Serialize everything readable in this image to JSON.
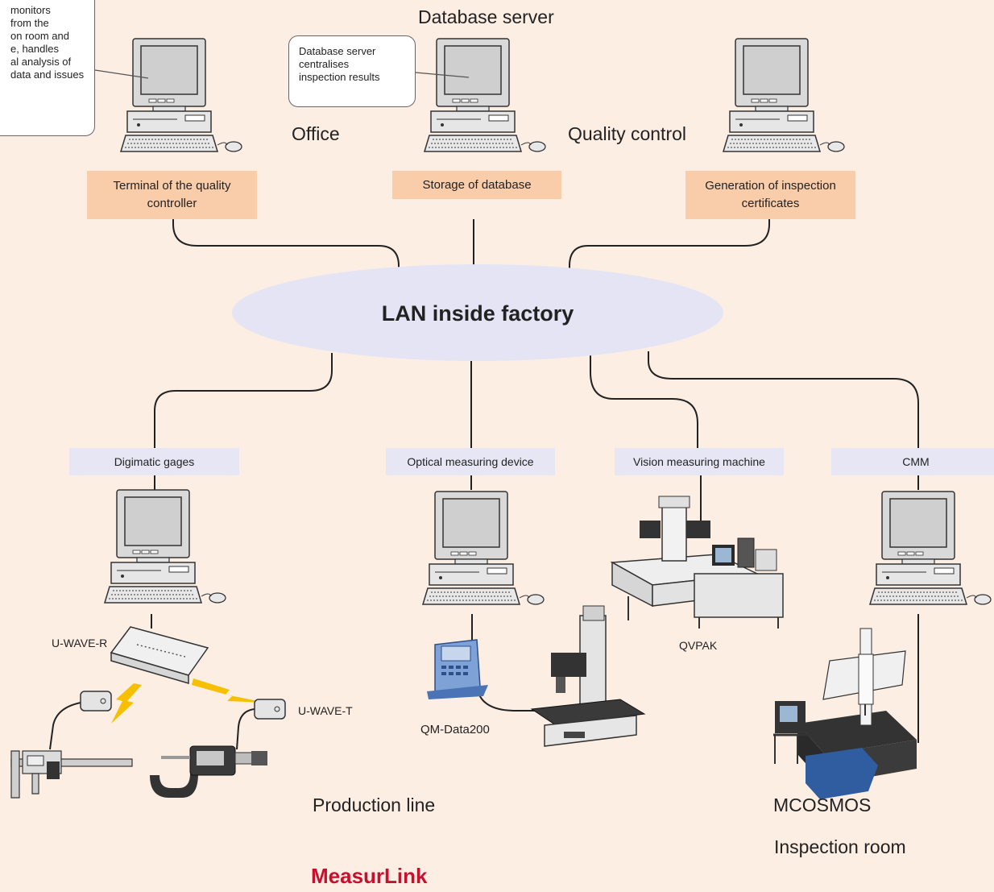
{
  "callouts": {
    "left": "… monitors data from the inspection room and the line, handles statistical analysis of inspection data and issues reports",
    "left_visible": "monitors\nfrom the\non room and\ne, handles\nal analysis of\ndata and issues",
    "db": "Database server\ncentralises\ninspection results"
  },
  "labels": {
    "database_server": "Database server",
    "office": "Office",
    "quality_control": "Quality control",
    "production_line": "Production line",
    "inspection_room": "Inspection room",
    "qvpak": "QVPAK",
    "mcosmos": "MCOSMOS",
    "qm_data": "QM-Data200",
    "u_wave_r": "U-WAVE-R",
    "u_wave_t": "U-WAVE-T",
    "brand": "MeasurLink"
  },
  "top_boxes": [
    {
      "text": "Terminal of the quality controller"
    },
    {
      "text": "Storage of database"
    },
    {
      "text": "Generation of inspection certificates"
    }
  ],
  "bottom_boxes": [
    {
      "text": "Digimatic gages"
    },
    {
      "text": "Optical measuring device"
    },
    {
      "text": "Vision measuring machine"
    },
    {
      "text": "CMM"
    }
  ],
  "lan": {
    "label": "LAN inside factory"
  },
  "colors": {
    "background": "#fdeee4",
    "orange_box": "#f9ccaa",
    "blue_box": "#e6e6f5",
    "lan_ellipse": "#e4e4f4",
    "brand_red": "#c8102e",
    "wireless_yellow": "#f6c000"
  }
}
